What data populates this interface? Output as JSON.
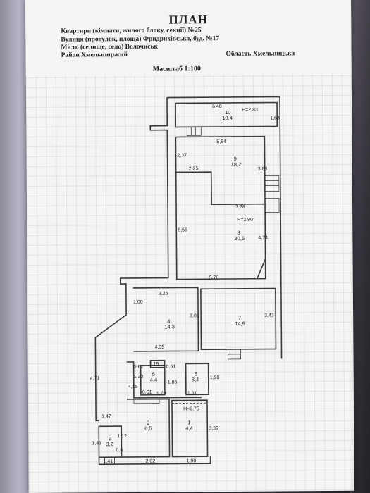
{
  "header": {
    "title": "ПЛАН",
    "line1": "Квартири (кімнати, жилого блоку, секції) №25",
    "line2": "Вулиця (провулок, площа)  Фридрихівська, буд. №17",
    "line3": "Місто (селище, село) Волочиськ",
    "line4_left": "Район  Хмельницький",
    "line4_right": "Область  Хмельницька",
    "scale": "Масштаб 1:100"
  },
  "rooms": [
    {
      "number": "10",
      "area": "10,4"
    },
    {
      "number": "9",
      "area": "18,2"
    },
    {
      "number": "8",
      "area": "30,6"
    },
    {
      "number": "7",
      "area": "14,9"
    },
    {
      "number": "4",
      "area": "14,3"
    },
    {
      "number": "5",
      "area": "4,4"
    },
    {
      "number": "6",
      "area": "3,4"
    },
    {
      "number": "2",
      "area": "6,5"
    },
    {
      "number": "1",
      "area": "4,4"
    },
    {
      "number": "3",
      "area": "3,2"
    }
  ],
  "heights": {
    "h10": "H=2,83",
    "h8": "H=2,90",
    "h1": "H=2,75"
  },
  "dimensions": {
    "d640": "6,40",
    "d163": "1,63",
    "d554": "5,54",
    "d237": "2,37",
    "d388": "3,88",
    "d225": "2,25",
    "d328": "3,28",
    "d655": "6,55",
    "d474": "4,74",
    "d570": "5,70",
    "d326": "3,26",
    "d100": "1,00",
    "d301": "3,01",
    "d343": "3,43",
    "d405": "4,05",
    "d062": "0,62",
    "d119": "1,19",
    "d051": "0,51",
    "d130": "1,30",
    "d186": "1,86",
    "d190a": "1,90",
    "d415": "4,15",
    "d051b": "0,51",
    "d170": "1,70",
    "d181": "1,81",
    "d471": "4,71",
    "d147": "1,47",
    "d141a": "1,41",
    "d112": "1,12",
    "d06": "0,6",
    "d141b": "1,41",
    "d202": "2,02",
    "d190b": "1,90",
    "d339": "3,39"
  }
}
